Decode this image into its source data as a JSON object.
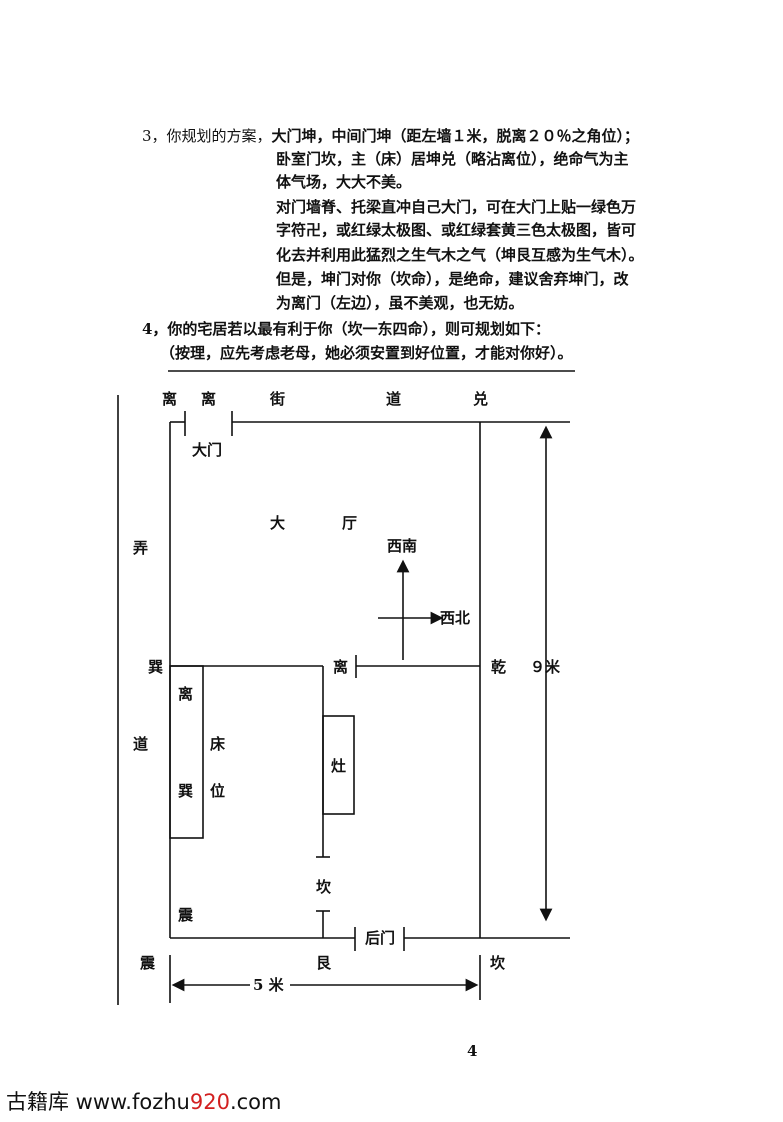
{
  "text": {
    "item3_lead": "3，你规划的方案，",
    "item3_l1_bold": "大门坤，中间门坤（距左墙１米，脱离２０％之角位）；",
    "item3_l2": "卧室门坎，主（床）居坤兑（略沾离位），绝命气为主",
    "item3_l3": "体气场，大大不美。",
    "item3_l4": "对门墙脊、托梁直冲自己大门，可在大门上贴一绿色万",
    "item3_l5": "字符卍，或红绿太极图、或红绿套黄三色太极图，皆可",
    "item3_l6": "化去并利用此猛烈之生气木之气（坤艮互感为生气木）。",
    "item3_l7": "但是，坤门对你（坎命），是绝命，建议舍弃坤门，改",
    "item3_l8": "为离门（左边），虽不美观，也无妨。",
    "item4_l1": "4，你的宅居若以最有利于你（坎一东四命），则可规划如下：",
    "item4_l2": "（按理，应先考虑老母，她必须安置到好位置，才能对你好）。"
  },
  "diagram": {
    "top_li1": "离",
    "top_li2": "离",
    "top_jie": "街",
    "top_dao": "道",
    "top_dui": "兑",
    "main_door": "大门",
    "hall_da": "大",
    "hall_ting": "厅",
    "compass_sw": "西南",
    "compass_nw": "西北",
    "left_nong": "弄",
    "left_xun": "巽",
    "left_dao": "道",
    "mid_li": "离",
    "right_qian": "乾",
    "dim_9m": "９米",
    "bed_li": "离",
    "bed_xun": "巽",
    "bed_chuang": "床",
    "bed_wei": "位",
    "stove": "灶",
    "kan": "坎",
    "zhen_inner": "震",
    "back_door": "后门",
    "bottom_zhen": "震",
    "bottom_gen": "艮",
    "bottom_kan": "坎",
    "dim_5m": "5 米"
  },
  "page_number": "4",
  "watermark": {
    "prefix": "古籍库 www.fozhu",
    "red": "920",
    "suffix": ".com"
  }
}
